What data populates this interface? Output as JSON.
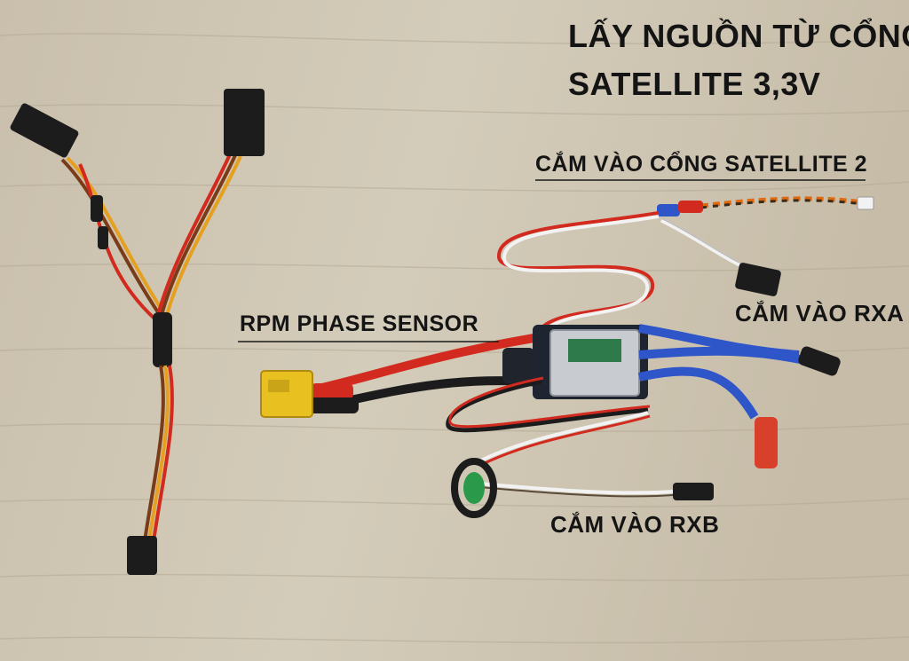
{
  "photo": {
    "subject": "",
    "colors": {
      "wood_base": "#cfc6b4",
      "wood_grain": "#b8ae9a",
      "connector_black": "#1c1c1c",
      "wire_red": "#d22a1e",
      "wire_orange": "#e6a020",
      "wire_brown": "#7a3c18",
      "wire_blue": "#2f56c9",
      "wire_white": "#f2f2f2",
      "xt60_yellow": "#e8c020",
      "bullet_red": "#d8402c",
      "heatsink": "#c8ccd0"
    }
  },
  "annotations": {
    "title_line_1": "LẤY NGUỒN TỪ CỔNG",
    "title_line_2": "SATELLITE 3,3V",
    "satellite2": "CẮM VÀO CỔNG SATELLITE 2",
    "rxa": "CẮM VÀO RXA",
    "rpm_sensor": "RPM PHASE SENSOR",
    "rxb": "CẮM VÀO RXB"
  }
}
